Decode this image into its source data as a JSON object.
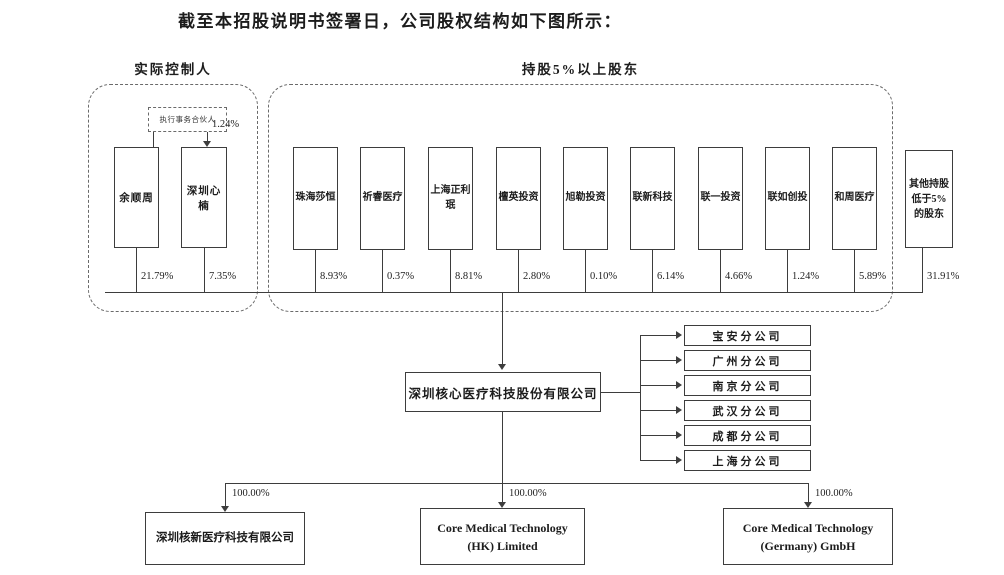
{
  "title": "截至本招股说明书签署日，公司股权结构如下图所示：",
  "controller_group": {
    "label": "实际控制人",
    "partner_note": "执行事务合伙人",
    "partner_pct": "1.24%",
    "members": [
      {
        "name": "余顺周",
        "pct": "21.79%"
      },
      {
        "name": "深圳心楠",
        "pct": "7.35%"
      }
    ]
  },
  "major_group": {
    "label": "持股5%以上股东",
    "members": [
      {
        "name": "珠海莎恒",
        "pct": "8.93%"
      },
      {
        "name": "祈睿医疗",
        "pct": "0.37%"
      },
      {
        "name": "上海正利珉",
        "pct": "8.81%"
      },
      {
        "name": "檀英投资",
        "pct": "2.80%"
      },
      {
        "name": "旭勒投资",
        "pct": "0.10%"
      },
      {
        "name": "联新科技",
        "pct": "6.14%"
      },
      {
        "name": "联一投资",
        "pct": "4.66%"
      },
      {
        "name": "联如创投",
        "pct": "1.24%"
      },
      {
        "name": "和周医疗",
        "pct": "5.89%"
      }
    ]
  },
  "other_shareholders": {
    "name": "其他持股低于5%的股东",
    "pct": "31.91%"
  },
  "company": {
    "name": "深圳核心医疗科技股份有限公司"
  },
  "branches": [
    {
      "name": "宝安分公司"
    },
    {
      "name": "广州分公司"
    },
    {
      "name": "南京分公司"
    },
    {
      "name": "武汉分公司"
    },
    {
      "name": "成都分公司"
    },
    {
      "name": "上海分公司"
    }
  ],
  "subsidiaries": [
    {
      "name": "深圳核新医疗科技有限公司",
      "pct": "100.00%"
    },
    {
      "name": "Core Medical Technology (HK) Limited",
      "pct": "100.00%"
    },
    {
      "name": "Core Medical Technology (Germany) GmbH",
      "pct": "100.00%"
    }
  ]
}
